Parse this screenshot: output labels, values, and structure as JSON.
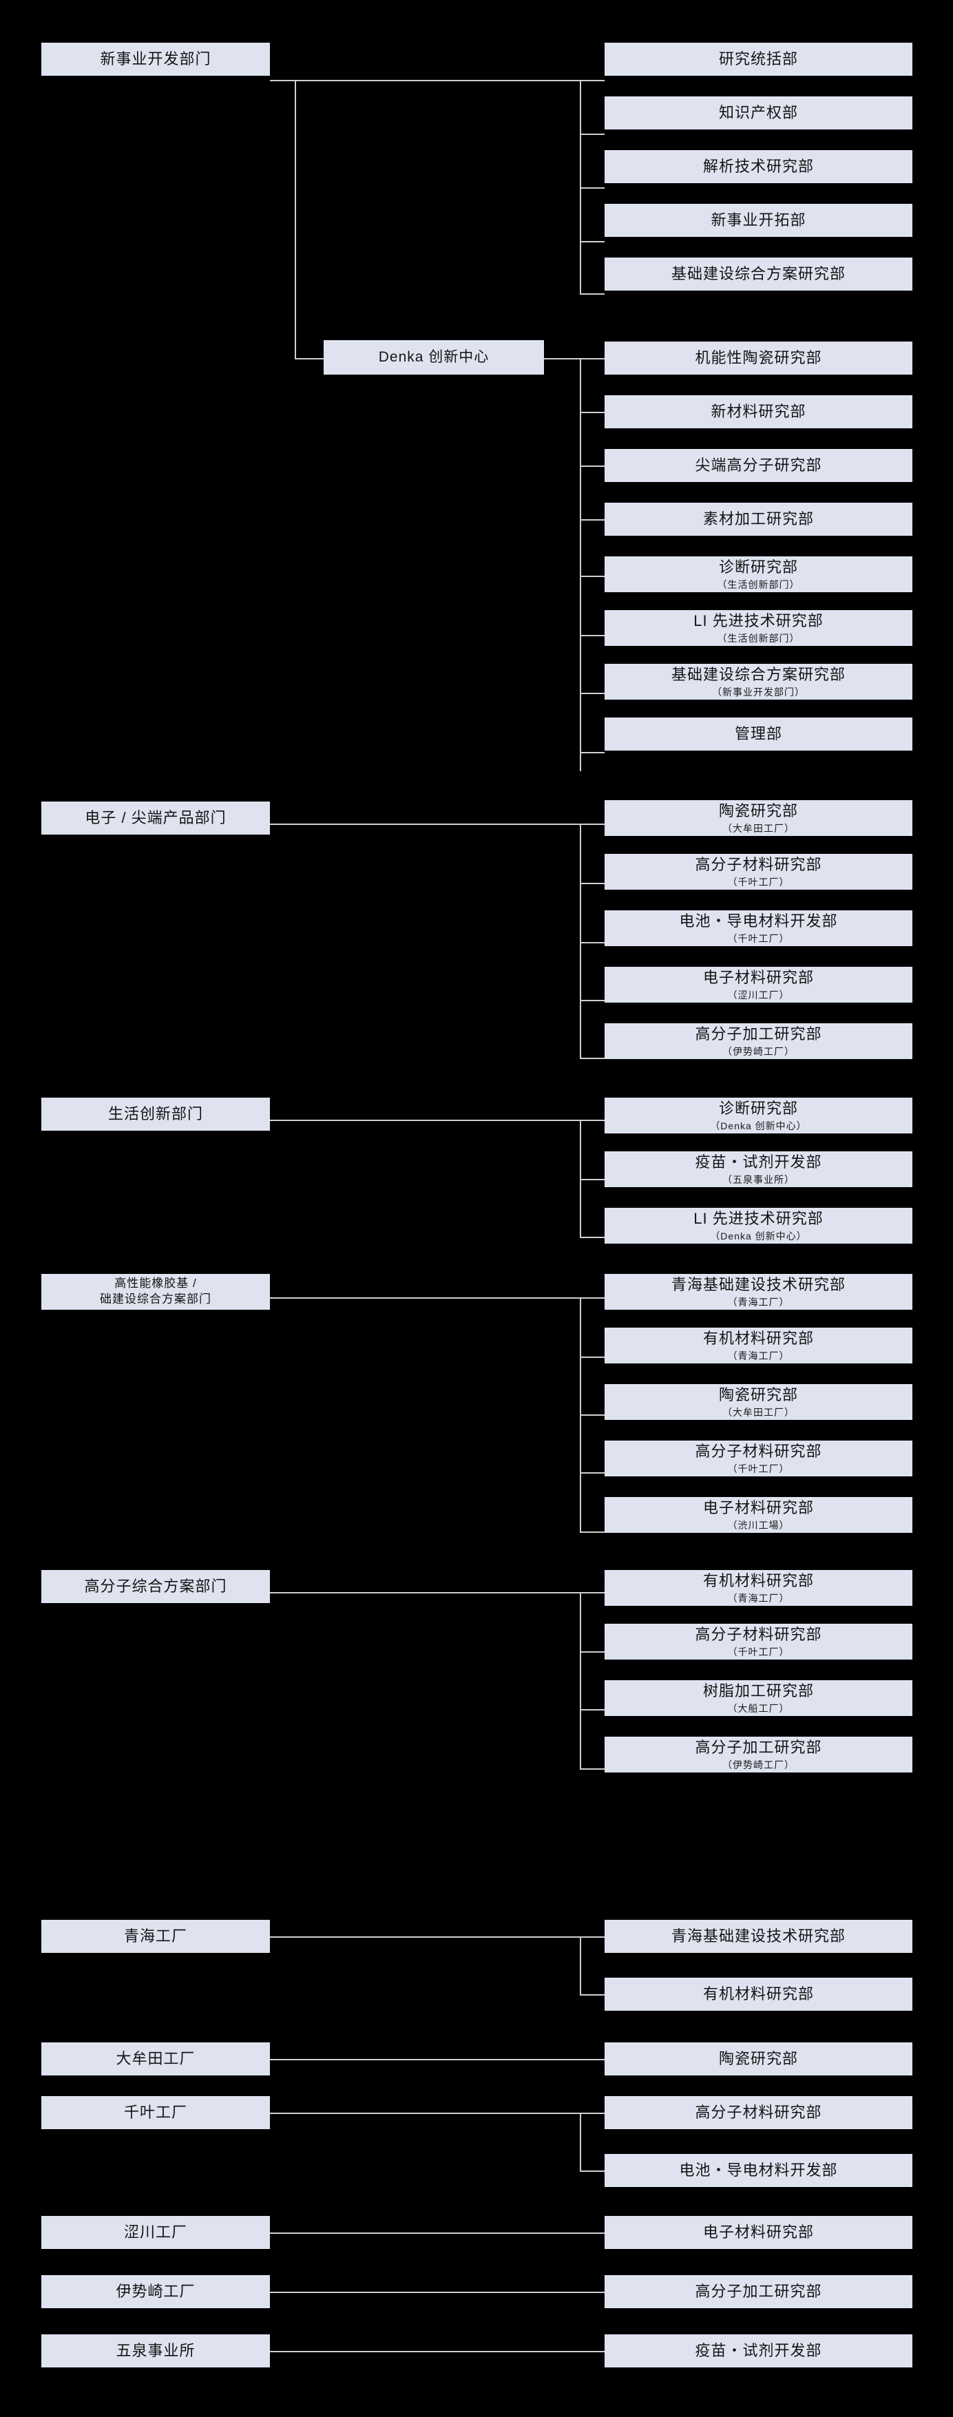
{
  "diagram": {
    "type": "organization-chart",
    "title": "Denka R&D Organization Chart",
    "colors": {
      "background": "#000000",
      "node_fill": "#dfe3f0",
      "connector": "#cfcfcf",
      "text": "#141414"
    }
  },
  "divisions": [
    {
      "id": "div-new-business",
      "label": "新事业开发部门"
    },
    {
      "id": "div-electronics",
      "label": "电子 / 尖端产品部门"
    },
    {
      "id": "div-life-innovation",
      "label": "生活创新部门"
    },
    {
      "id": "div-elastomer-infra",
      "line1": "高性能橡胶基 /",
      "line2": "础建设综合方案部门"
    },
    {
      "id": "div-polymer-solutions",
      "label": "高分子综合方案部门"
    }
  ],
  "hub": {
    "id": "denka-innovation-center",
    "label": "Denka 创新中心"
  },
  "departments": {
    "new_business": [
      {
        "title": "研究统括部",
        "sub": ""
      },
      {
        "title": "知识产权部",
        "sub": ""
      },
      {
        "title": "解析技术研究部",
        "sub": ""
      },
      {
        "title": "新事业开拓部",
        "sub": ""
      },
      {
        "title": "基础建设综合方案研究部",
        "sub": ""
      }
    ],
    "innovation_center": [
      {
        "title": "机能性陶瓷研究部",
        "sub": ""
      },
      {
        "title": "新材料研究部",
        "sub": ""
      },
      {
        "title": "尖端高分子研究部",
        "sub": ""
      },
      {
        "title": "素材加工研究部",
        "sub": ""
      },
      {
        "title": "诊断研究部",
        "sub": "（生活创新部门）"
      },
      {
        "title": "LI 先进技术研究部",
        "sub": "（生活创新部门）"
      },
      {
        "title": "基础建设综合方案研究部",
        "sub": "（新事业开发部门）"
      },
      {
        "title": "管理部",
        "sub": ""
      }
    ],
    "electronics": [
      {
        "title": "陶瓷研究部",
        "sub": "（大牟田工厂）"
      },
      {
        "title": "高分子材料研究部",
        "sub": "（千叶工厂）"
      },
      {
        "title": "电池・导电材料开发部",
        "sub": "（千叶工厂）"
      },
      {
        "title": "电子材料研究部",
        "sub": "（涩川工厂）"
      },
      {
        "title": "高分子加工研究部",
        "sub": "（伊势崎工厂）"
      }
    ],
    "life_innovation": [
      {
        "title": "诊断研究部",
        "sub": "（Denka 创新中心）"
      },
      {
        "title": "疫苗・试剂开发部",
        "sub": "（五泉事业所）"
      },
      {
        "title": "LI 先进技术研究部",
        "sub": "（Denka 创新中心）"
      }
    ],
    "elastomer_infra": [
      {
        "title": "青海基础建设技术研究部",
        "sub": "（青海工厂）"
      },
      {
        "title": "有机材料研究部",
        "sub": "（青海工厂）"
      },
      {
        "title": "陶瓷研究部",
        "sub": "（大牟田工厂）"
      },
      {
        "title": "高分子材料研究部",
        "sub": "（千叶工厂）"
      },
      {
        "title": "电子材料研究部",
        "sub": "（渋川工場）"
      }
    ],
    "polymer_solutions": [
      {
        "title": "有机材料研究部",
        "sub": "（青海工厂）"
      },
      {
        "title": "高分子材料研究部",
        "sub": "（千叶工厂）"
      },
      {
        "title": "树脂加工研究部",
        "sub": "（大船工厂）"
      },
      {
        "title": "高分子加工研究部",
        "sub": "（伊势崎工厂）"
      }
    ]
  },
  "sites": [
    {
      "id": "site-qinghai",
      "label": "青海工厂"
    },
    {
      "id": "site-omuta",
      "label": "大牟田工厂"
    },
    {
      "id": "site-chiba",
      "label": "千叶工厂"
    },
    {
      "id": "site-shibukawa",
      "label": "涩川工厂"
    },
    {
      "id": "site-isesaki",
      "label": "伊势崎工厂"
    },
    {
      "id": "site-gosen",
      "label": "五泉事业所"
    }
  ],
  "site_departments": [
    {
      "title": "青海基础建设技术研究部"
    },
    {
      "title": "有机材料研究部"
    },
    {
      "title": "陶瓷研究部"
    },
    {
      "title": "高分子材料研究部"
    },
    {
      "title": "电池・导电材料开发部"
    },
    {
      "title": "电子材料研究部"
    },
    {
      "title": "高分子加工研究部"
    },
    {
      "title": "疫苗・试剂开发部"
    }
  ]
}
